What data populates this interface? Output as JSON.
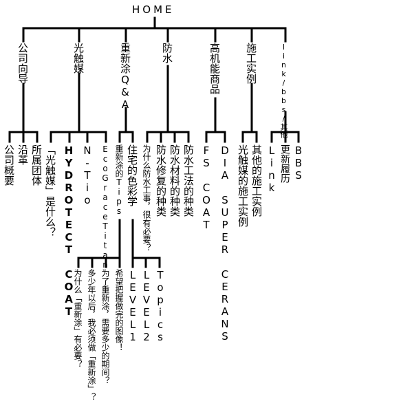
{
  "root": "HOME",
  "categories": [
    {
      "label": "公司向导",
      "children": [
        "公司概要",
        "沿革",
        "所属团体"
      ]
    },
    {
      "label": "光触媒",
      "children": [
        "「光触媒」是什么？",
        "HYDROTECT COAT",
        "N-Tio",
        "EcoGraceTitan"
      ]
    },
    {
      "label": "重新涂Q&A",
      "children": [
        {
          "label": "重新涂的Tips",
          "children": [
            "为什么「重新涂」有必要？",
            "多少年以后，我必须做「重新涂」？",
            "为了重新涂，需要多少的期间？",
            "希望把握做完的图像！"
          ]
        },
        {
          "label": "住宅的色彩学",
          "children": [
            "LEVEL1",
            "LEVEL2",
            "Topics"
          ]
        }
      ]
    },
    {
      "label": "防水",
      "children": [
        "为什么防水工事，很有必要？",
        "防水修复的种类",
        "防水材料的种类",
        "防水工法的种类"
      ]
    },
    {
      "label": "高机能商品",
      "children": [
        "FS COAT",
        "DIA SUPER CERANS"
      ]
    },
    {
      "label": "施工实例",
      "children": [
        "光触媒的施工实例",
        "其他的施工实例"
      ]
    },
    {
      "label": "link/bbs/其他",
      "children": [
        "Link",
        "更新履历",
        "BBS"
      ]
    }
  ]
}
